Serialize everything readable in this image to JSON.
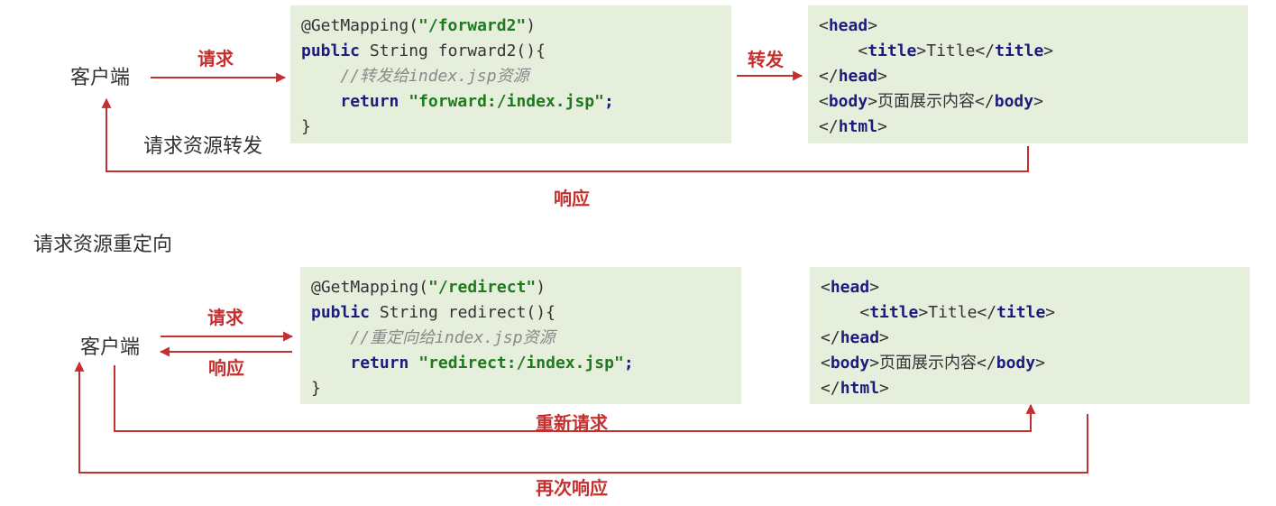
{
  "forward": {
    "client": "客户端",
    "request": "请求",
    "relay": "转发",
    "caption": "请求资源转发",
    "response": "响应",
    "code": {
      "annotation": "@GetMapping(",
      "path": "\"/forward2\"",
      "annotation_end": ")",
      "public": "public",
      "signature": " String forward2(){",
      "comment_prefix": "//",
      "comment_zh1": "转发给",
      "comment_file": "index.jsp",
      "comment_zh2": "资源",
      "return_kw": "return",
      "return_val": "\"forward:/index.jsp\"",
      "semicolon": ";",
      "close": "}"
    }
  },
  "redirect": {
    "heading": "请求资源重定向",
    "client": "客户端",
    "request": "请求",
    "response": "响应",
    "re_request": "重新请求",
    "re_response": "再次响应",
    "code": {
      "annotation": "@GetMapping(",
      "path": "\"/redirect\"",
      "annotation_end": ")",
      "public": "public",
      "signature": " String redirect(){",
      "comment_prefix": "//",
      "comment_zh1": "重定向给",
      "comment_file": "index.jsp",
      "comment_zh2": "资源",
      "return_kw": "return",
      "return_val": "\"redirect:/index.jsp\"",
      "semicolon": ";",
      "close": "}"
    }
  },
  "html_page": {
    "lt": "<",
    "lt_close": "</",
    "gt": ">",
    "head": "head",
    "title": "title",
    "title_text": "Title",
    "body": "body",
    "body_text": "页面展示内容",
    "html": "html"
  },
  "colors": {
    "arrow": "#c62f2f",
    "box_bg": "#e6eedc",
    "keyword": "#1c1c80",
    "string": "#1f7a1f",
    "comment": "#8a8a8a"
  }
}
